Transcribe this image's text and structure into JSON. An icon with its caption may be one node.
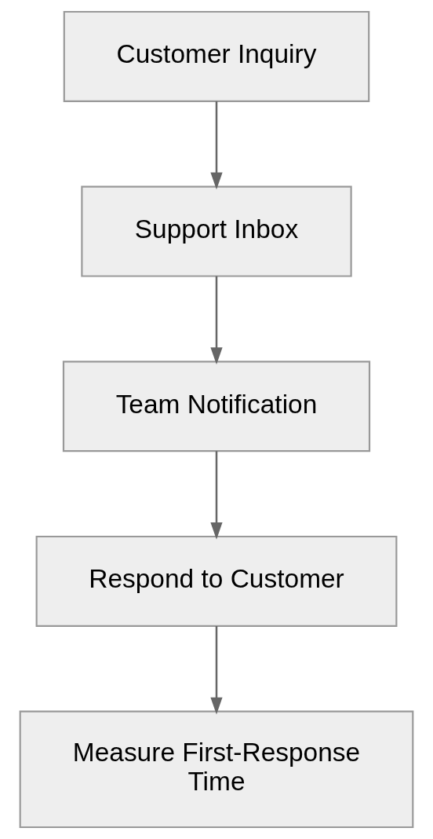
{
  "diagram": {
    "nodes": [
      {
        "text": [
          "Customer Inquiry"
        ]
      },
      {
        "text": [
          "Support Inbox"
        ]
      },
      {
        "text": [
          "Team Notification"
        ]
      },
      {
        "text": [
          "Respond to Customer"
        ]
      },
      {
        "text": [
          "Measure First-Response Time"
        ]
      }
    ],
    "edges": [
      {
        "from": 0,
        "to": 1,
        "arrow": "to"
      },
      {
        "from": 1,
        "to": 2,
        "arrow": "to"
      },
      {
        "from": 2,
        "to": 3,
        "arrow": "to"
      },
      {
        "from": 3,
        "to": 4,
        "arrow": "to"
      }
    ]
  }
}
